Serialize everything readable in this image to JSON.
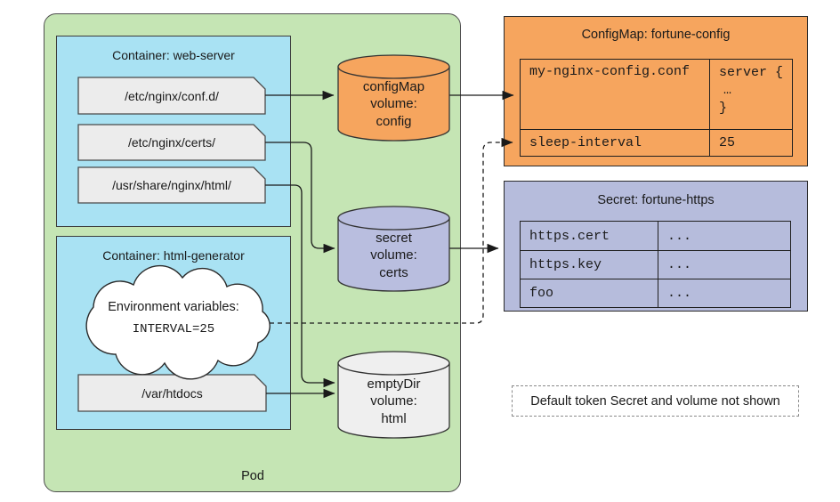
{
  "colors": {
    "pod_green": "#c5e5b4",
    "container_blue": "#a9e2f3",
    "mount_gray": "#ececec",
    "configmap_orange": "#f6a55e",
    "secret_purple": "#b6bcdc",
    "emptydir_gray": "#efefef",
    "cloud_white": "#ffffff",
    "line_dark": "#1a1a1a"
  },
  "pod": {
    "label": "Pod"
  },
  "containers": [
    {
      "title": "Container: web-server",
      "mounts": [
        "/etc/nginx/conf.d/",
        "/etc/nginx/certs/",
        "/usr/share/nginx/html/"
      ]
    },
    {
      "title": "Container: html-generator",
      "env_cloud": {
        "heading": "Environment variables:",
        "variable": "INTERVAL=25"
      },
      "mounts": [
        "/var/htdocs"
      ]
    }
  ],
  "volumes": [
    {
      "lines": [
        "configMap",
        "volume:",
        "config"
      ]
    },
    {
      "lines": [
        "secret",
        "volume:",
        "certs"
      ]
    },
    {
      "lines": [
        "emptyDir",
        "volume:",
        "html"
      ]
    }
  ],
  "configmap": {
    "title": "ConfigMap: fortune-config",
    "rows": [
      {
        "key": "my-nginx-config.conf",
        "value_lines": [
          "server {",
          "…",
          "}"
        ]
      },
      {
        "key": "sleep-interval",
        "value": "25"
      }
    ]
  },
  "secret": {
    "title": "Secret: fortune-https",
    "rows": [
      {
        "key": "https.cert",
        "value": "..."
      },
      {
        "key": "https.key",
        "value": "..."
      },
      {
        "key": "foo",
        "value": "..."
      }
    ]
  },
  "note": {
    "text": "Default token Secret and volume not shown"
  }
}
